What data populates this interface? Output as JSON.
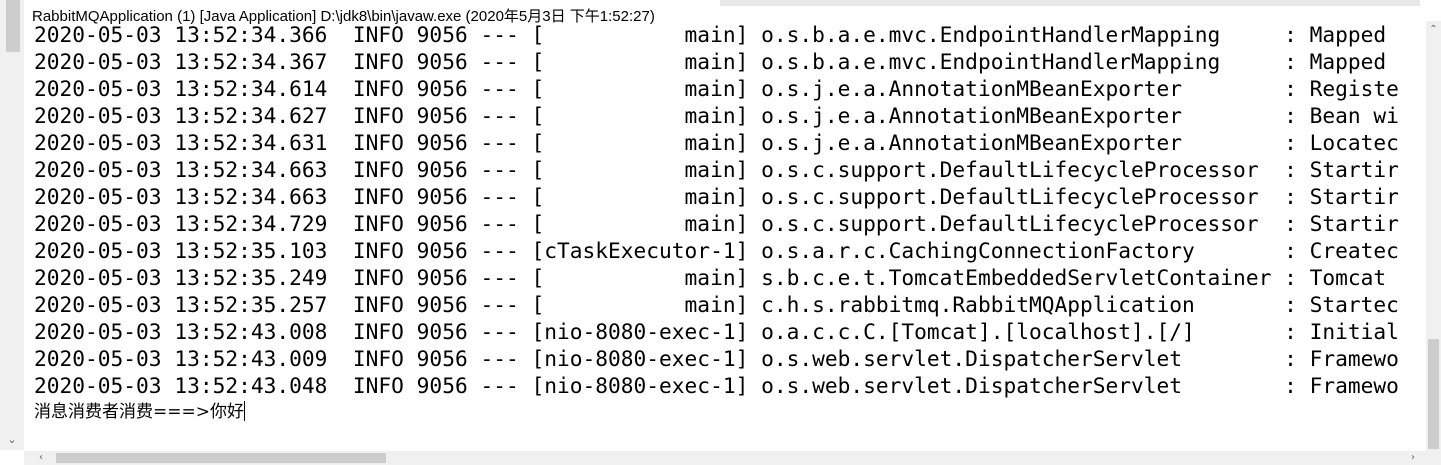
{
  "window": {
    "title": "RabbitMQApplication (1) [Java Application] D:\\jdk8\\bin\\javaw.exe (2020年5月3日 下午1:52:27)"
  },
  "console": {
    "log_lines": [
      "2020-05-03 13:52:34.366  INFO 9056 --- [           main] o.s.b.a.e.mvc.EndpointHandlerMapping     : Mapped",
      "2020-05-03 13:52:34.367  INFO 9056 --- [           main] o.s.b.a.e.mvc.EndpointHandlerMapping     : Mapped",
      "2020-05-03 13:52:34.614  INFO 9056 --- [           main] o.s.j.e.a.AnnotationMBeanExporter        : Registe",
      "2020-05-03 13:52:34.627  INFO 9056 --- [           main] o.s.j.e.a.AnnotationMBeanExporter        : Bean wi",
      "2020-05-03 13:52:34.631  INFO 9056 --- [           main] o.s.j.e.a.AnnotationMBeanExporter        : Locatec",
      "2020-05-03 13:52:34.663  INFO 9056 --- [           main] o.s.c.support.DefaultLifecycleProcessor  : Startir",
      "2020-05-03 13:52:34.663  INFO 9056 --- [           main] o.s.c.support.DefaultLifecycleProcessor  : Startir",
      "2020-05-03 13:52:34.729  INFO 9056 --- [           main] o.s.c.support.DefaultLifecycleProcessor  : Startir",
      "2020-05-03 13:52:35.103  INFO 9056 --- [cTaskExecutor-1] o.s.a.r.c.CachingConnectionFactory       : Createc",
      "2020-05-03 13:52:35.249  INFO 9056 --- [           main] s.b.c.e.t.TomcatEmbeddedServletContainer : Tomcat ",
      "2020-05-03 13:52:35.257  INFO 9056 --- [           main] c.h.s.rabbitmq.RabbitMQApplication       : Startec",
      "2020-05-03 13:52:43.008  INFO 9056 --- [nio-8080-exec-1] o.a.c.c.C.[Tomcat].[localhost].[/]       : Initial",
      "2020-05-03 13:52:43.009  INFO 9056 --- [nio-8080-exec-1] o.s.web.servlet.DispatcherServlet        : Framewo",
      "2020-05-03 13:52:43.048  INFO 9056 --- [nio-8080-exec-1] o.s.web.servlet.DispatcherServlet        : Framewo"
    ],
    "output_line": "消息消费者消费===>你好"
  },
  "icons": {
    "scroll_down": "chevron-down-icon",
    "scroll_up": "chevron-up-icon",
    "scroll_left": "chevron-left-icon",
    "scroll_right": "chevron-right-icon"
  },
  "colors": {
    "text": "#000000",
    "background": "#ffffff",
    "scrollbar_track": "#f0f0f0",
    "scrollbar_thumb": "#cdcdcd"
  }
}
